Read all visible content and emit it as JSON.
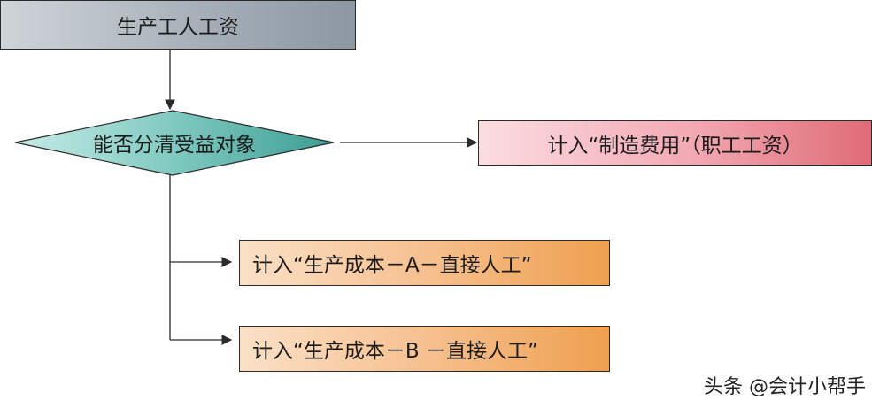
{
  "diagram": {
    "top_box": {
      "label": "生产工人工资"
    },
    "decision": {
      "label": "能否分清受益对象"
    },
    "right_box": {
      "label": "计入“制造费用”（职工工资）"
    },
    "box_a": {
      "label": "计入“生产成本－A－直接人工”"
    },
    "box_b": {
      "label": "计入“生产成本－B －直接人工”"
    }
  },
  "watermark": {
    "text": "头条 @会计小帮手"
  },
  "colors": {
    "top_box": "#a7b0b9",
    "decision": "#5fb3aa",
    "right_box": "#f2a8b2",
    "cost_boxes": "#f6c08f",
    "lines": "#2a2a2a"
  }
}
